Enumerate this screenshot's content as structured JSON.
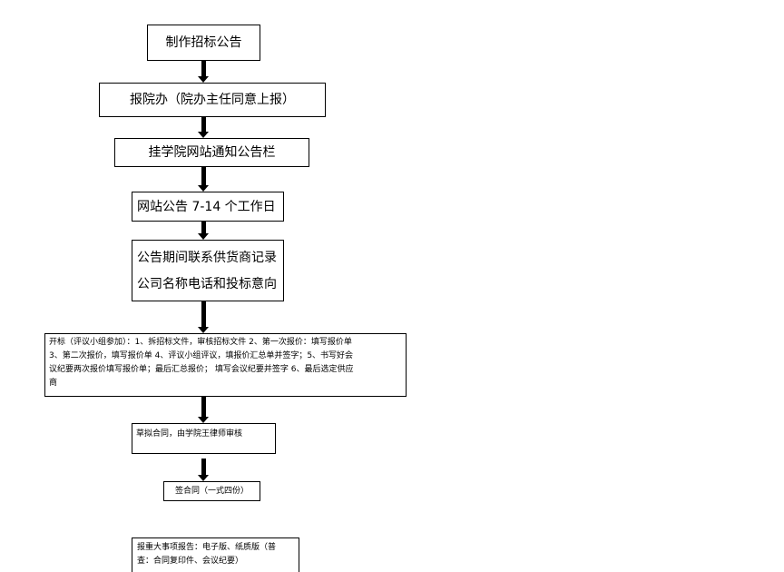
{
  "flowchart": {
    "steps": [
      {
        "text": "制作招标公告"
      },
      {
        "text": "报院办（院办主任同意上报）"
      },
      {
        "text": "挂学院网站通知公告栏"
      },
      {
        "text": "网站公告 7-14 个工作日"
      },
      {
        "lines": [
          "公告期间联系供货商记录",
          "公司名称电话和投标意向"
        ]
      },
      {
        "lines": [
          "开标（评议小组参加）：1、拆招标文件，审核招标文件  2、第一次报价：填写报价单",
          "3、第二次报价，填写报价单    4、评议小组评议，填报价汇总单并签字；5、书写好会",
          "议纪要两次报价填写报价单；最后汇总报价；   填写会议纪要并签字  6、最后选定供应",
          "商"
        ]
      },
      {
        "text": "草拟合同，由学院王律师审核"
      },
      {
        "text": "签合同（一式四份）"
      },
      {
        "lines": [
          "报重大事项报告：电子版、纸质版（普",
          "查：合同复印件、会议纪要）"
        ]
      }
    ]
  }
}
